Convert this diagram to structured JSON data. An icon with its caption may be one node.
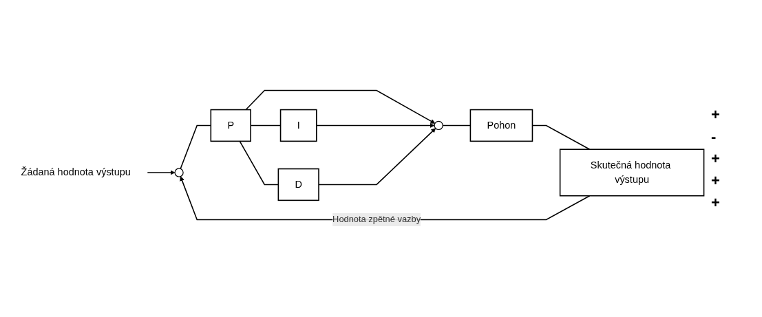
{
  "diagram": {
    "nodes": [
      {
        "text": [
          "Žádaná hodnota výstupu"
        ]
      },
      {
        "text": [],
        "shape": "circle"
      },
      {
        "text": [
          "P"
        ]
      },
      {
        "text": [],
        "shape": "circle"
      },
      {
        "text": [
          "Pohon"
        ]
      },
      {
        "text": [
          "Skutečná hodnota výstupu"
        ]
      },
      {
        "text": [
          "I"
        ]
      },
      {
        "text": [
          "D"
        ]
      }
    ],
    "edges": [
      {
        "from": 0,
        "to": 1,
        "arrow": "to"
      },
      {
        "from": 1,
        "to": 2,
        "arrow": "none"
      },
      {
        "from": 2,
        "to": 3,
        "arrow": "to"
      },
      {
        "from": 2,
        "to": 6,
        "arrow": "none"
      },
      {
        "from": 2,
        "to": 7,
        "arrow": "none"
      },
      {
        "from": 6,
        "to": 3,
        "arrow": "to"
      },
      {
        "from": 7,
        "to": 3,
        "arrow": "to"
      },
      {
        "from": 3,
        "to": 4,
        "arrow": "none"
      },
      {
        "from": 4,
        "to": 5,
        "arrow": "none"
      },
      {
        "from": 5,
        "to": 1,
        "arrow": "to",
        "label": "Hodnota zpětné vazby"
      }
    ],
    "labels": [
      "+",
      "-",
      "+",
      "+",
      "+"
    ]
  }
}
